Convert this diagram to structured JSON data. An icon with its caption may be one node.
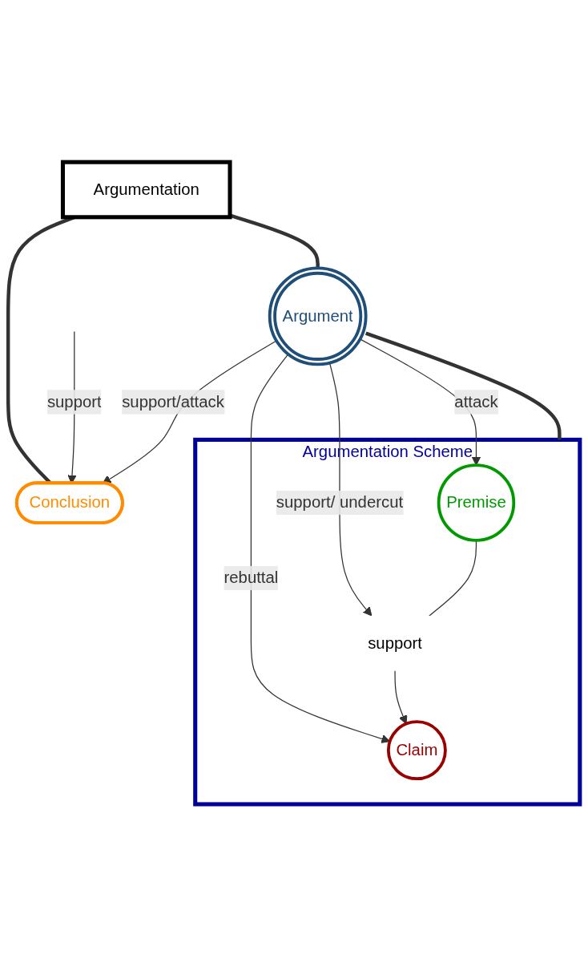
{
  "diagram": {
    "nodes": [
      {
        "text": [
          "Argumentation"
        ]
      },
      {
        "text": [
          "Conclusion"
        ]
      },
      {
        "text": [
          "Argument"
        ]
      },
      {
        "text": [
          "Argumentation Scheme"
        ]
      },
      {
        "text": [
          "Claim"
        ],
        "in": 3
      },
      {
        "text": [
          "support"
        ],
        "in": 3
      },
      {
        "text": [
          "Premise"
        ],
        "in": 3
      }
    ],
    "edges": [
      {
        "from": 0,
        "to": 1,
        "arrow": "none",
        "style": "thick"
      },
      {
        "from": 0,
        "to": 2,
        "arrow": "none",
        "style": "thick"
      },
      {
        "from": 2,
        "to": 3,
        "arrow": "none",
        "style": "thick"
      },
      {
        "from": null,
        "to": 1,
        "label": "support",
        "arrow": "to"
      },
      {
        "from": 2,
        "to": 1,
        "label": "support/attack",
        "arrow": "to"
      },
      {
        "from": 2,
        "to": 4,
        "label": "rebuttal",
        "arrow": "to"
      },
      {
        "from": 6,
        "to": 5,
        "arrow": "none"
      },
      {
        "from": 5,
        "to": 4,
        "arrow": "to"
      },
      {
        "from": 2,
        "to": 5,
        "label": "support/ undercut",
        "arrow": "to"
      },
      {
        "from": 2,
        "to": 6,
        "label": "attack",
        "arrow": "to"
      }
    ]
  }
}
